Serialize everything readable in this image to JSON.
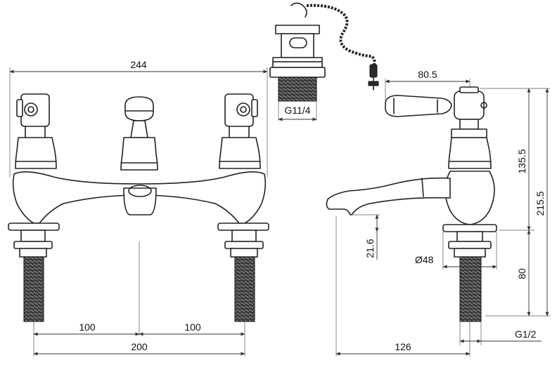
{
  "dimensions": {
    "overall_width": "244",
    "waste_thread": "G11/4",
    "lever_reach": "80.5",
    "height_body": "135.5",
    "height_total": "215.5",
    "spout_clearance": "21.6",
    "base_diameter": "Ø48",
    "shank_length": "80",
    "shank_thread": "G1/2",
    "half_centre_left": "100",
    "half_centre_right": "100",
    "centres": "200",
    "spout_projection": "126"
  }
}
